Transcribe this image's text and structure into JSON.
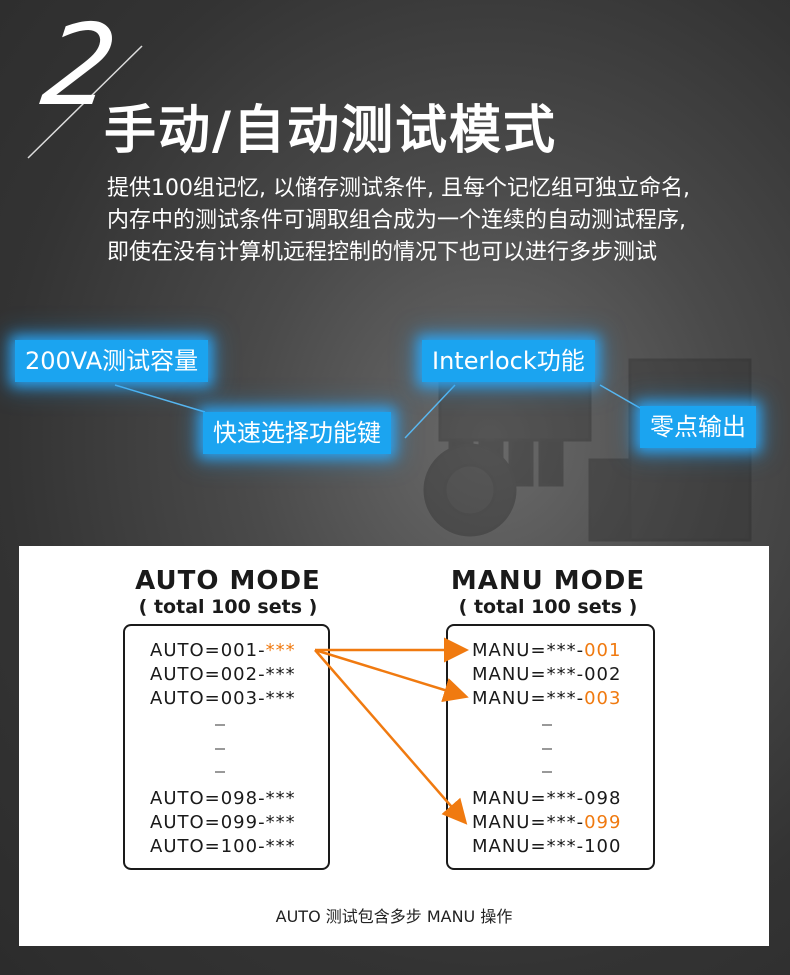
{
  "header": {
    "number": "2",
    "title": "手动/自动测试模式",
    "description": [
      "提供100组记忆, 以储存测试条件, 且每个记忆组可独立命名,",
      "内存中的测试条件可调取组合成为一个连续的自动测试程序,",
      "即使在没有计算机远程控制的情况下也可以进行多步测试"
    ]
  },
  "features": [
    "200VA测试容量",
    "快速选择功能键",
    "Interlock功能",
    "零点输出"
  ],
  "diagram": {
    "auto": {
      "title": "AUTO MODE",
      "subtitle": "( total 100 sets )",
      "rows": [
        {
          "prefix": "AUTO=001-",
          "suffix": "***",
          "highlight": true
        },
        {
          "prefix": "AUTO=002-",
          "suffix": "***",
          "highlight": false
        },
        {
          "prefix": "AUTO=003-",
          "suffix": "***",
          "highlight": false
        },
        {
          "prefix": "AUTO=098-",
          "suffix": "***",
          "highlight": false
        },
        {
          "prefix": "AUTO=099-",
          "suffix": "***",
          "highlight": false
        },
        {
          "prefix": "AUTO=100-",
          "suffix": "***",
          "highlight": false
        }
      ]
    },
    "manu": {
      "title": "MANU MODE",
      "subtitle": "( total 100 sets )",
      "rows": [
        {
          "prefix": "MANU=***-",
          "suffix": "001",
          "highlight": true
        },
        {
          "prefix": "MANU=***-",
          "suffix": "002",
          "highlight": false
        },
        {
          "prefix": "MANU=***-",
          "suffix": "003",
          "highlight": true
        },
        {
          "prefix": "MANU=***-",
          "suffix": "098",
          "highlight": false
        },
        {
          "prefix": "MANU=***-",
          "suffix": "099",
          "highlight": true
        },
        {
          "prefix": "MANU=***-",
          "suffix": "100",
          "highlight": false
        }
      ]
    },
    "caption": "AUTO 测试包含多步 MANU 操作"
  },
  "colors": {
    "accent": "#1ba4f0",
    "highlight": "#f07a10"
  }
}
